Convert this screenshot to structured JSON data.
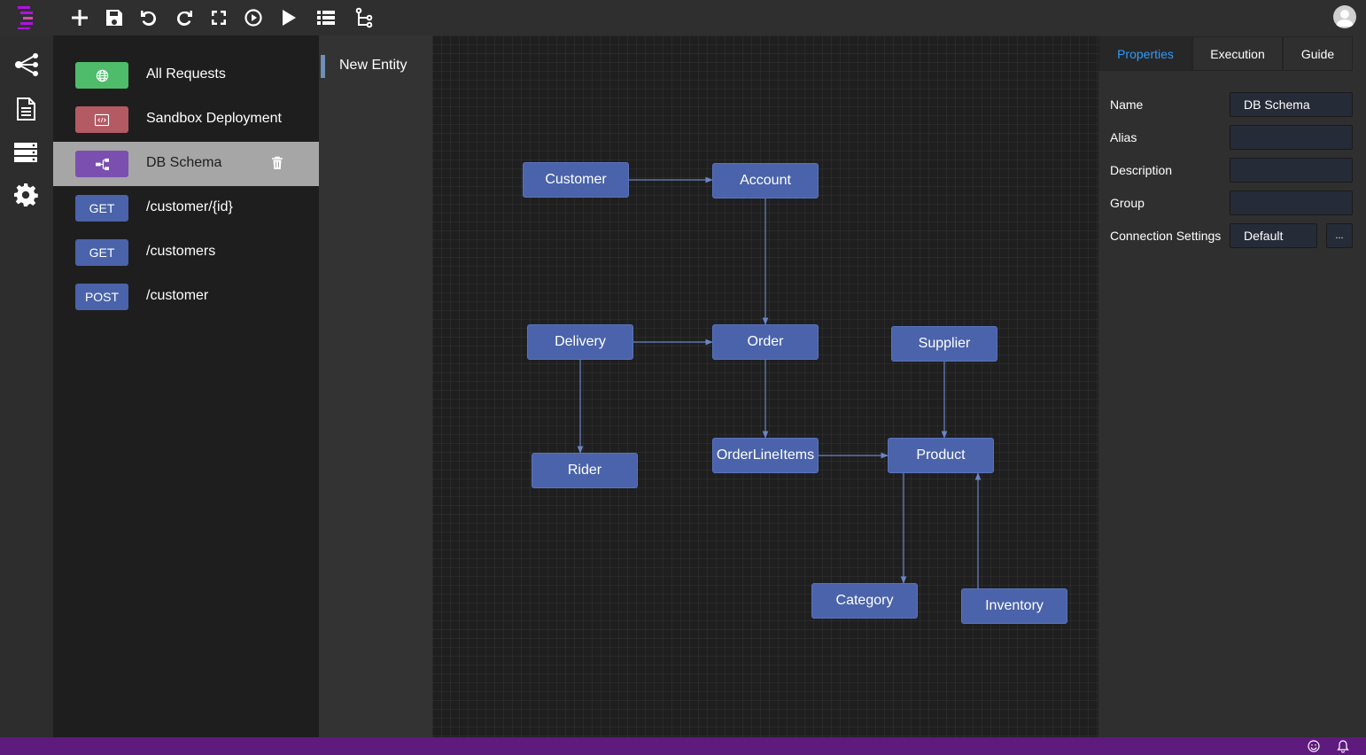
{
  "app": {
    "logo_icon": "app-logo-icon",
    "accent_color": "#b012e0"
  },
  "toolbar": {
    "buttons": [
      "add-icon",
      "save-icon",
      "undo-icon",
      "redo-icon",
      "fullscreen-icon",
      "play-circle-icon",
      "play-icon",
      "list-icon",
      "tree-icon"
    ]
  },
  "rail": {
    "items": [
      "schema-icon",
      "document-icon",
      "server-icon",
      "settings-icon"
    ]
  },
  "requests": [
    {
      "badge": "",
      "badge_icon": "globe-icon",
      "badge_color": "#4ebc6b",
      "label": "All Requests"
    },
    {
      "badge": "",
      "badge_icon": "code-icon",
      "badge_color": "#b35a63",
      "label": "Sandbox Deployment"
    },
    {
      "badge": "",
      "badge_icon": "schema-icon",
      "badge_color": "#7a4fb0",
      "label": "DB Schema",
      "selected": true
    },
    {
      "badge": "GET",
      "badge_color": "#4a63aa",
      "label": "/customer/{id}"
    },
    {
      "badge": "GET",
      "badge_color": "#4a63aa",
      "label": "/customers"
    },
    {
      "badge": "POST",
      "badge_color": "#4a63aa",
      "label": "/customer"
    }
  ],
  "entity_list": {
    "items": [
      "New Entity"
    ]
  },
  "diagram": {
    "node_color": "#4a63aa",
    "edge_color": "#6a85c7",
    "nodes": {
      "customer": "Customer",
      "account": "Account",
      "delivery": "Delivery",
      "order": "Order",
      "supplier": "Supplier",
      "rider": "Rider",
      "orderlineitems": "OrderLineItems",
      "product": "Product",
      "category": "Category",
      "inventory": "Inventory"
    },
    "edges": [
      [
        "customer",
        "account"
      ],
      [
        "account",
        "order"
      ],
      [
        "delivery",
        "order"
      ],
      [
        "delivery",
        "rider"
      ],
      [
        "order",
        "orderlineitems"
      ],
      [
        "orderlineitems",
        "product"
      ],
      [
        "supplier",
        "product"
      ],
      [
        "product",
        "category"
      ],
      [
        "inventory",
        "product"
      ]
    ]
  },
  "properties": {
    "tabs": [
      {
        "label": "Properties",
        "active": true
      },
      {
        "label": "Execution"
      },
      {
        "label": "Guide"
      }
    ],
    "fields": {
      "name_label": "Name",
      "name_value": "DB Schema",
      "alias_label": "Alias",
      "alias_value": "",
      "description_label": "Description",
      "description_value": "",
      "group_label": "Group",
      "group_value": "",
      "connection_label": "Connection Settings",
      "connection_value": "Default",
      "connection_more": "..."
    }
  },
  "statusbar": {
    "color": "#5f1a7d",
    "icons": [
      "smiley-icon",
      "bell-icon"
    ]
  }
}
